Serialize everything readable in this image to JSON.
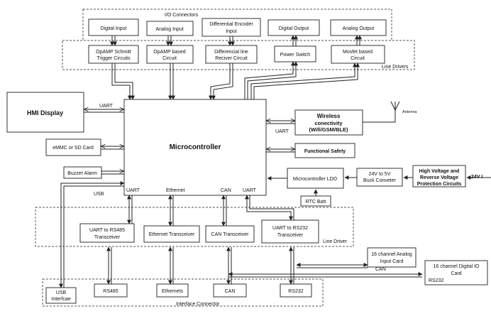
{
  "groups": {
    "io_connectors": "I/O Connectors",
    "line_drivers_top": "Line Drivers",
    "line_driver_bottom": "Line Driver",
    "interface_connector": "Interface Connector"
  },
  "io": {
    "digital_input": "Digital Input",
    "analog_input": "Analog  Input",
    "diff_encoder_l1": "Differential Encoder",
    "diff_encoder_l2": "Input",
    "digital_output": "Digital Output",
    "analog_output": "Analog Output"
  },
  "drivers": {
    "opamp_schmitt_l1": "OpAMP Schmitt",
    "opamp_schmitt_l2": "Trigger Circuits",
    "opamp_based_l1": "OpAMP based",
    "opamp_based_l2": "Circuit",
    "diff_line_l1": "Differencial line",
    "diff_line_l2": "Reciver Circuit",
    "power_switch": "Power Switch",
    "mosfet_l1": "Mosfet based",
    "mosfet_l2": "Circuit"
  },
  "core": {
    "mcu": "Microcontroller",
    "hmi": "HMI Display",
    "emmc": "eMMC or SD Card",
    "buzzer": "Buzzer Alarm",
    "wireless_l1": "Wireless",
    "wireless_l2": "conectivity",
    "wireless_l3": "(Wifi/GSM/BLE)",
    "antenna": "Antenna",
    "functional_safety": "Functional  Safety",
    "ldo": "Microcontroller LDO",
    "buck_l1": "24V to 5V",
    "buck_l2": "Buck Conveter",
    "hv_l1": "High Voltage and",
    "hv_l2": "Reverse Voltage",
    "hv_l3": "Protection Circuits",
    "input_24v": "24V I",
    "rtc": "RTC Batt"
  },
  "ports": {
    "uart_hmi": "UART",
    "uart_wireless": "UART",
    "usb": "USB",
    "uart_bottom": "UART",
    "ethernet": "Ethernet",
    "can": "CAN",
    "uart_rs232": "UART"
  },
  "transceivers": {
    "rs485_l1": "UART to RS485",
    "rs485_l2": "Transceiver",
    "ethernet": "Ethernet Transceiver",
    "can": "CAN Transceiver",
    "rs232_l1": "UART to RS232",
    "rs232_l2": "Transceiver"
  },
  "interfaces": {
    "usb_l1": "USB",
    "usb_l2": "Interfcae",
    "rs485": "RS485",
    "ethernets": "Ethernets",
    "can": "CAN",
    "rs232": "RS232"
  },
  "expansion": {
    "analog16_l1": "16 channel Analog",
    "analog16_l2": "Input Card",
    "can_label": "CAN",
    "digital16_l1": "16 channel Digital IO",
    "digital16_l2": "Card",
    "rs232_label": "RS232"
  }
}
